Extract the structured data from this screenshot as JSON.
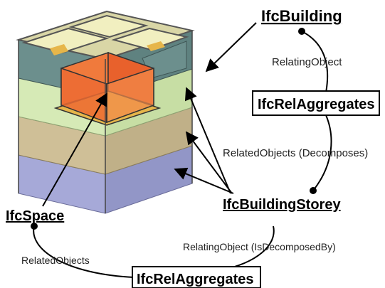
{
  "diagram": {
    "entities": {
      "building": "IfcBuilding",
      "aggregates_top": "IfcRelAggregates",
      "building_storey": "IfcBuildingStorey",
      "space": "IfcSpace",
      "aggregates_bottom": "IfcRelAggregates"
    },
    "relations": {
      "relating_object_top": "RelatingObject",
      "related_objects_decomposes": "RelatedObjects (Decomposes)",
      "relating_object_decomposed_by": "RelatingObject (IsDecomposedBy)",
      "related_objects_bottom": "RelatedObjects"
    },
    "colors": {
      "storey_blue": "#a6a9d8",
      "storey_tan": "#cfbf97",
      "storey_green": "#d6eab6",
      "wall_teal": "#6c8f8d",
      "room_cream": "#f1efc0",
      "space_orange": "#e8612c",
      "floor_gold": "#e6b64a"
    }
  }
}
